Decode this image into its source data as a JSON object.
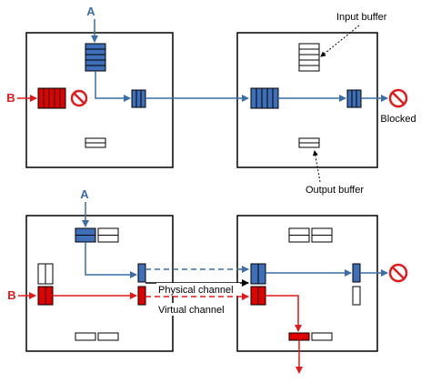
{
  "labels": {
    "top_input_a": "A",
    "top_input_b": "B",
    "input_buffer": "Input buffer",
    "output_buffer": "Output buffer",
    "blocked": "Blocked",
    "bottom_input_a": "A",
    "bottom_input_b": "B",
    "physical_channel": "Physical channel",
    "virtual_channel": "Virtual channel"
  },
  "colors": {
    "blue": "#3a6ea5",
    "blue_fill": "#3f6fb8",
    "red": "#e31a1c",
    "red_fill": "#e00000",
    "box_stroke": "#000000",
    "empty_fill": "#ffffff"
  },
  "icons": [
    "blocked-icon"
  ]
}
